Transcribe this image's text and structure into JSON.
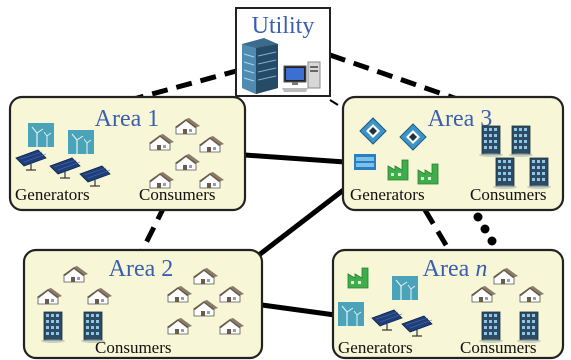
{
  "utility": {
    "title": "Utility"
  },
  "areas": [
    {
      "id": "area-1",
      "title": "Area 1",
      "generators_label": "Generators",
      "consumers_label": "Consumers"
    },
    {
      "id": "area-2",
      "title": "Area 2",
      "consumers_label": "Consumers"
    },
    {
      "id": "area-3",
      "title": "Area 3",
      "generators_label": "Generators",
      "consumers_label": "Consumers"
    },
    {
      "id": "area-n",
      "title_prefix": "Area ",
      "title_var": "n",
      "generators_label": "Generators",
      "consumers_label": "Consumers"
    }
  ],
  "colors": {
    "panel_fill": "#f7f6d6",
    "title_blue": "#3a5fb0",
    "line": "#000000"
  },
  "icons": [
    "building-icon",
    "computer-icon",
    "wind-turbine-icon",
    "solar-panel-icon",
    "house-icon",
    "office-tower-icon",
    "factory-icon",
    "substation-icon"
  ]
}
